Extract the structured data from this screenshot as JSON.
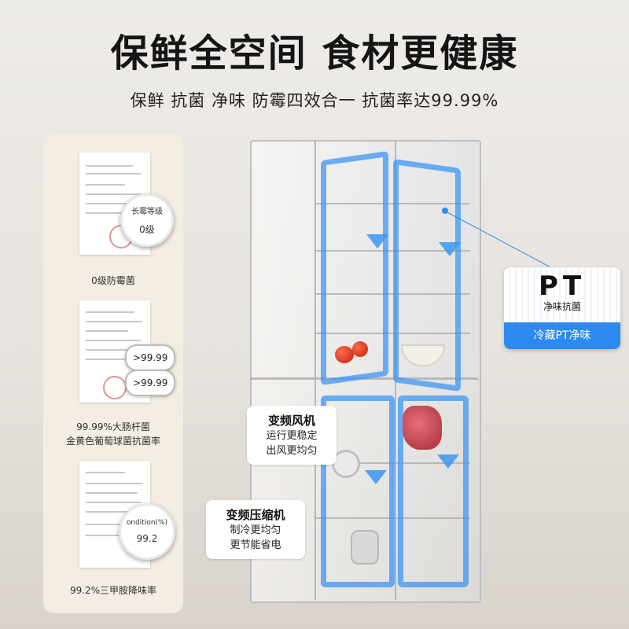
{
  "header": {
    "title": "保鲜全空间 食材更健康",
    "subtitle": "保鲜 抗菌 净味 防霉四效合一 抗菌率达99.99%"
  },
  "certificates": [
    {
      "caption_lines": [
        "0级防霉菌"
      ],
      "lens_label": "长霉等级",
      "lens_value": "0级"
    },
    {
      "caption_lines": [
        "99.99%大肠杆菌",
        "金黄色葡萄球菌抗菌率"
      ],
      "lens_values": [
        ">99.99",
        ">99.99"
      ]
    },
    {
      "caption_lines": [
        "99.2%三甲胺降味率"
      ],
      "lens_label": "ondition(%)",
      "lens_value": "99.2"
    }
  ],
  "callouts": {
    "fan": {
      "title": "变频风机",
      "lines": [
        "运行更稳定",
        "出风更均匀"
      ]
    },
    "compressor": {
      "title": "变频压缩机",
      "lines": [
        "制冷更均匀",
        "更节能省电"
      ]
    }
  },
  "pt_badge": {
    "logo": "PT",
    "sub": "净味抗菌",
    "bottom": "冷藏PT净味",
    "accent": "#2d89ee"
  },
  "colors": {
    "airflow": "#3c96f5",
    "panel": "#f3ede3"
  }
}
